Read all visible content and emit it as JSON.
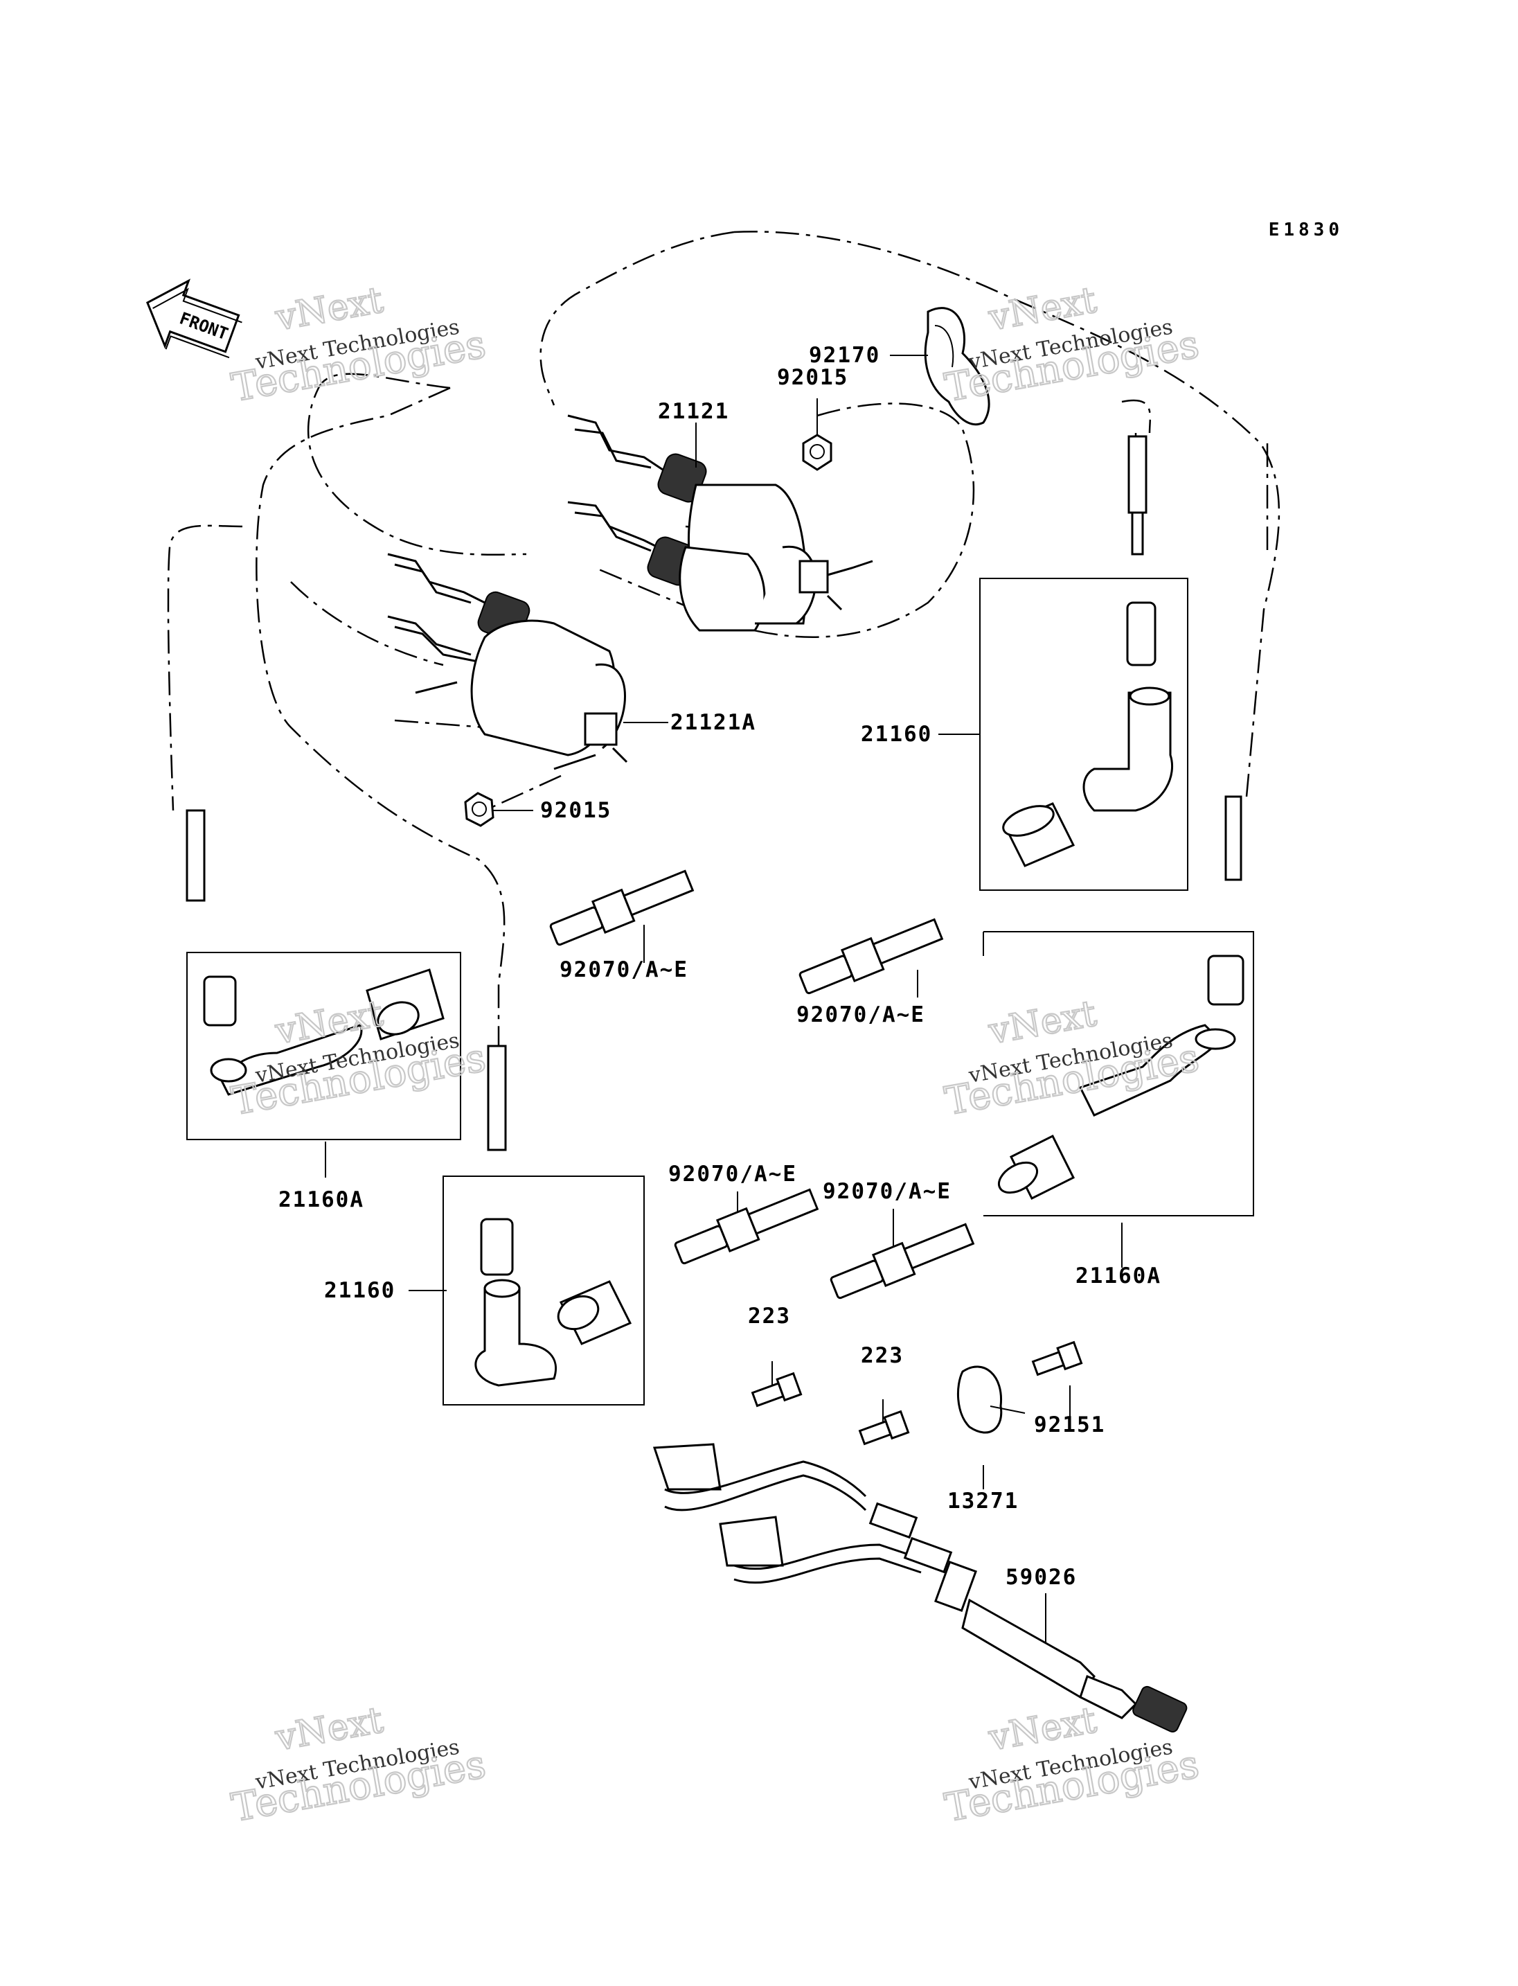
{
  "diagram_code": "E1830",
  "front_arrow": {
    "text": "FRONT",
    "icon": "front-arrow-icon"
  },
  "watermark": {
    "line1": "vNext",
    "line2": "vNext Technologies",
    "line3": "Technologies"
  },
  "part_labels": {
    "p92170": "92170",
    "p92015_top": "92015",
    "p21121": "21121",
    "p21121A": "21121A",
    "p92015_bottom": "92015",
    "p21160_right": "21160",
    "p92070_a": "92070/A~E",
    "p92070_b": "92070/A~E",
    "p92070_c": "92070/A~E",
    "p92070_d": "92070/A~E",
    "p21160A_left": "21160A",
    "p21160_bottom": "21160",
    "p21160A_right": "21160A",
    "p223_a": "223",
    "p223_b": "223",
    "p92151": "92151",
    "p13271": "13271",
    "p59026": "59026"
  }
}
